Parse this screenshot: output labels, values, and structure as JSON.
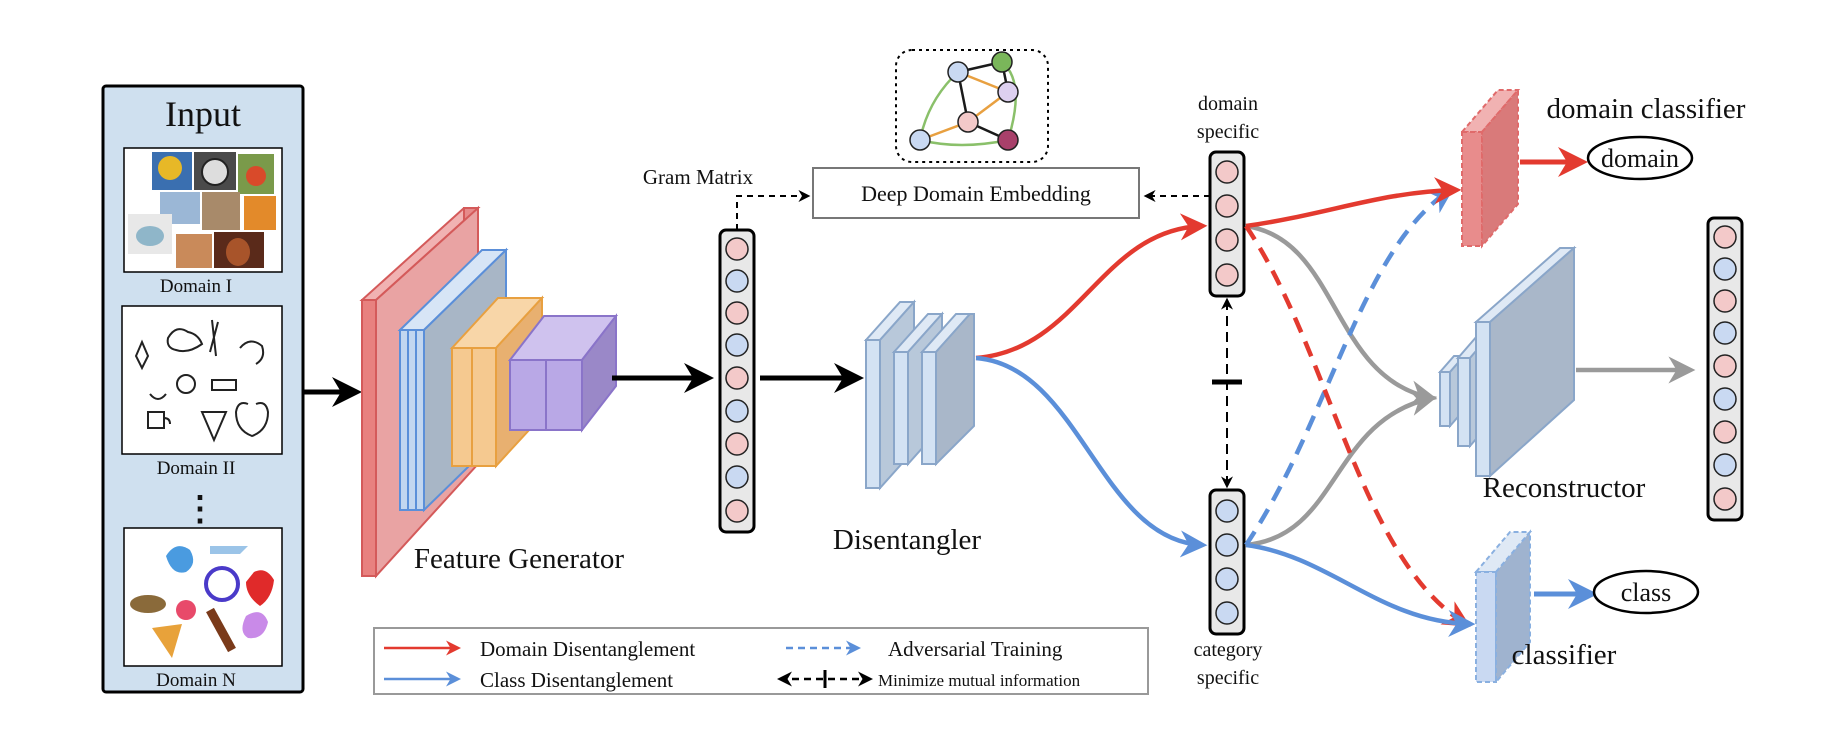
{
  "input_panel": {
    "title": "Input",
    "domains": [
      "Domain I",
      "Domain II",
      "Domain N"
    ],
    "ellipsis": "⋮"
  },
  "labels": {
    "feature_generator": "Feature Generator",
    "gram_matrix": "Gram Matrix",
    "deep_domain_embedding": "Deep Domain Embedding",
    "disentangler": "Disentangler",
    "domain_specific_line1": "domain",
    "domain_specific_line2": "specific",
    "category_specific_line1": "category",
    "category_specific_line2": "specific",
    "domain_classifier": "domain classifier",
    "domain_output": "domain",
    "reconstructor": "Reconstructor",
    "classifier": "classifier",
    "class_output": "class"
  },
  "legend": {
    "domain_disentanglement": "Domain Disentanglement",
    "class_disentanglement": "Class Disentanglement",
    "adversarial_training": "Adversarial Training",
    "minimize_mutual_information": "Minimize mutual information"
  },
  "colors": {
    "red": "#e33a2f",
    "blue": "#5b8fd9",
    "gray": "#9a9a9a",
    "pink_node": "#f3c9c9",
    "blue_node": "#c9d9f2",
    "panel_bg": "#cfe0ef"
  }
}
